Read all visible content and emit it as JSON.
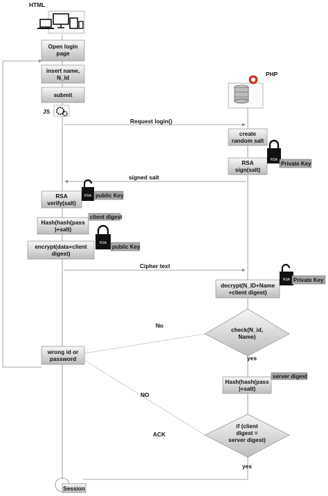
{
  "labels": {
    "html": "HTML",
    "php": "PHP",
    "js": "JS",
    "rsa": "RSA"
  },
  "client_steps": {
    "open_login": [
      "Open login",
      "page"
    ],
    "insert": [
      "insert name,",
      "N_Id"
    ],
    "submit": [
      "submit"
    ],
    "rsa_verify": [
      "RSA",
      "verify(salt)"
    ],
    "hash_client": [
      "Hash(hash(pass",
      ")+salt)"
    ],
    "encrypt": [
      "encrypt(data+client",
      "digest)"
    ],
    "wrong": [
      "wrong id or",
      "password"
    ],
    "session": [
      "Session"
    ]
  },
  "server_steps": {
    "create_salt": [
      "create",
      "random salt"
    ],
    "rsa_sign": [
      "RSA",
      "sign(salt)"
    ],
    "decrypt": [
      "decrypt(N_ID+Name",
      "+client digest)"
    ],
    "check": [
      "check(N_id,",
      "Name)"
    ],
    "hash_server": [
      "Hash(hash(pass",
      ")+salt)"
    ],
    "if_digest": [
      "if (client",
      "digest =",
      "server digest)"
    ]
  },
  "tags": {
    "private_key_1": "Private Key",
    "public_key_1": "public Key",
    "client_digest": "client digest",
    "public_key_2": "public Key",
    "private_key_2": "Private Key",
    "server_digest": "server digest"
  },
  "messages": {
    "request_login": "Request login()",
    "signed_salt": "signed salt",
    "cipher_text": "Cipher text",
    "no_1": "No",
    "yes_1": "yes",
    "no_2": "NO",
    "ack": "ACK",
    "yes_2": "yes"
  },
  "colors": {
    "box_light": "#f4f4f4",
    "box_dark": "#bdbdbd",
    "tag": "#a9a9a9",
    "line": "#8a8a8a",
    "php_icon": "#d23a2a"
  }
}
